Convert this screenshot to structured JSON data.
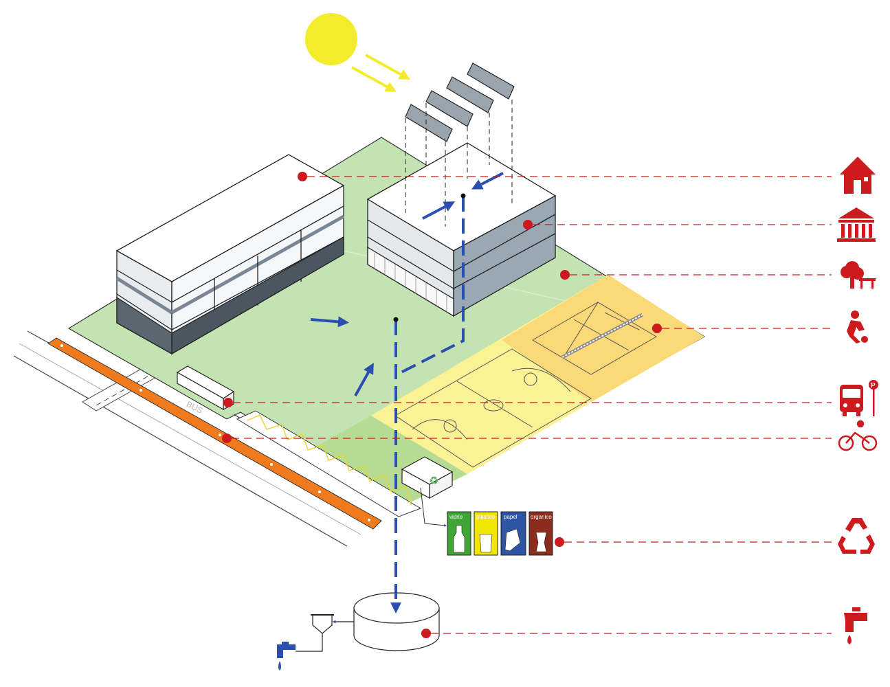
{
  "labels": {
    "bus_road": "BUS",
    "bins": [
      "vidrio",
      "plastico",
      "papel",
      "organico"
    ]
  },
  "legend_icons": [
    "house-icon",
    "museum-building-icon",
    "park-tree-bench-icon",
    "football-player-icon",
    "bus-stop-icon",
    "cyclist-icon",
    "recycle-icon",
    "water-tap-icon"
  ],
  "colors": {
    "accent_red": "#cc1a1f",
    "water_blue": "#2b4fb0",
    "sun_yellow": "#f3ec2c",
    "grass_green": "#c4e3b2",
    "court_yellow": "#fbf295",
    "court_orange": "#fbd878",
    "bike_lane_orange": "#f07a1e",
    "bin_glass": "#3fa535",
    "bin_plastic": "#f2e500",
    "bin_paper": "#2e54a4",
    "bin_organic": "#8b2d1c"
  }
}
